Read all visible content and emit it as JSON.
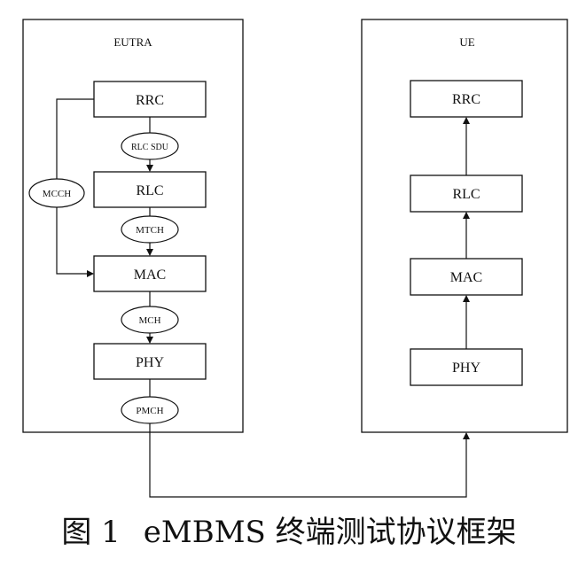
{
  "diagram": {
    "eutra": {
      "title": "EUTRA",
      "layers": {
        "rrc": "RRC",
        "rlc": "RLC",
        "mac": "MAC",
        "phy": "PHY"
      },
      "channels": {
        "rlc_sdu": "RLC SDU",
        "mtch": "MTCH",
        "mch": "MCH",
        "pmch": "PMCH",
        "mcch": "MCCH"
      }
    },
    "ue": {
      "title": "UE",
      "layers": {
        "rrc": "RRC",
        "rlc": "RLC",
        "mac": "MAC",
        "phy": "PHY"
      }
    }
  },
  "caption": {
    "figure": "图 1",
    "text": "eMBMS 终端测试协议框架"
  }
}
